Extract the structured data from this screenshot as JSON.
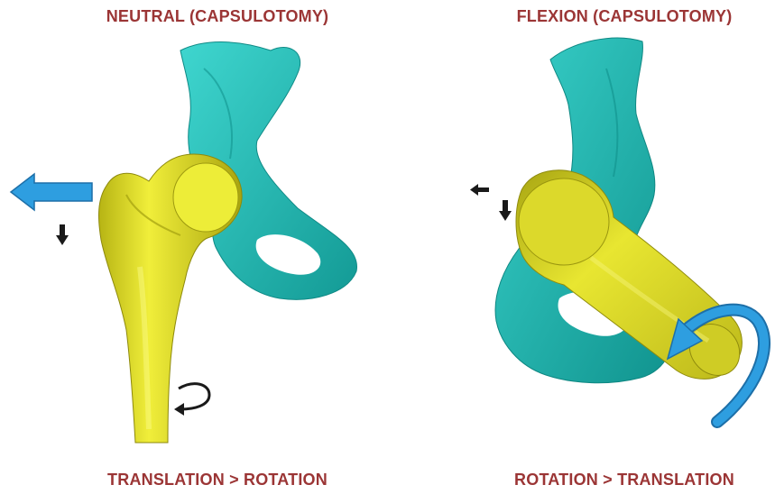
{
  "panels": {
    "left": {
      "title": "NEUTRAL (CAPSULOTOMY)",
      "caption": "TRANSLATION > ROTATION"
    },
    "right": {
      "title": "FLEXION (CAPSULOTOMY)",
      "caption": "ROTATION > TRANSLATION"
    }
  },
  "colors": {
    "label": "#9b3535",
    "pelvis": "#27c7bf",
    "femur": "#e0e021",
    "arrow": "#2e9ee0"
  }
}
